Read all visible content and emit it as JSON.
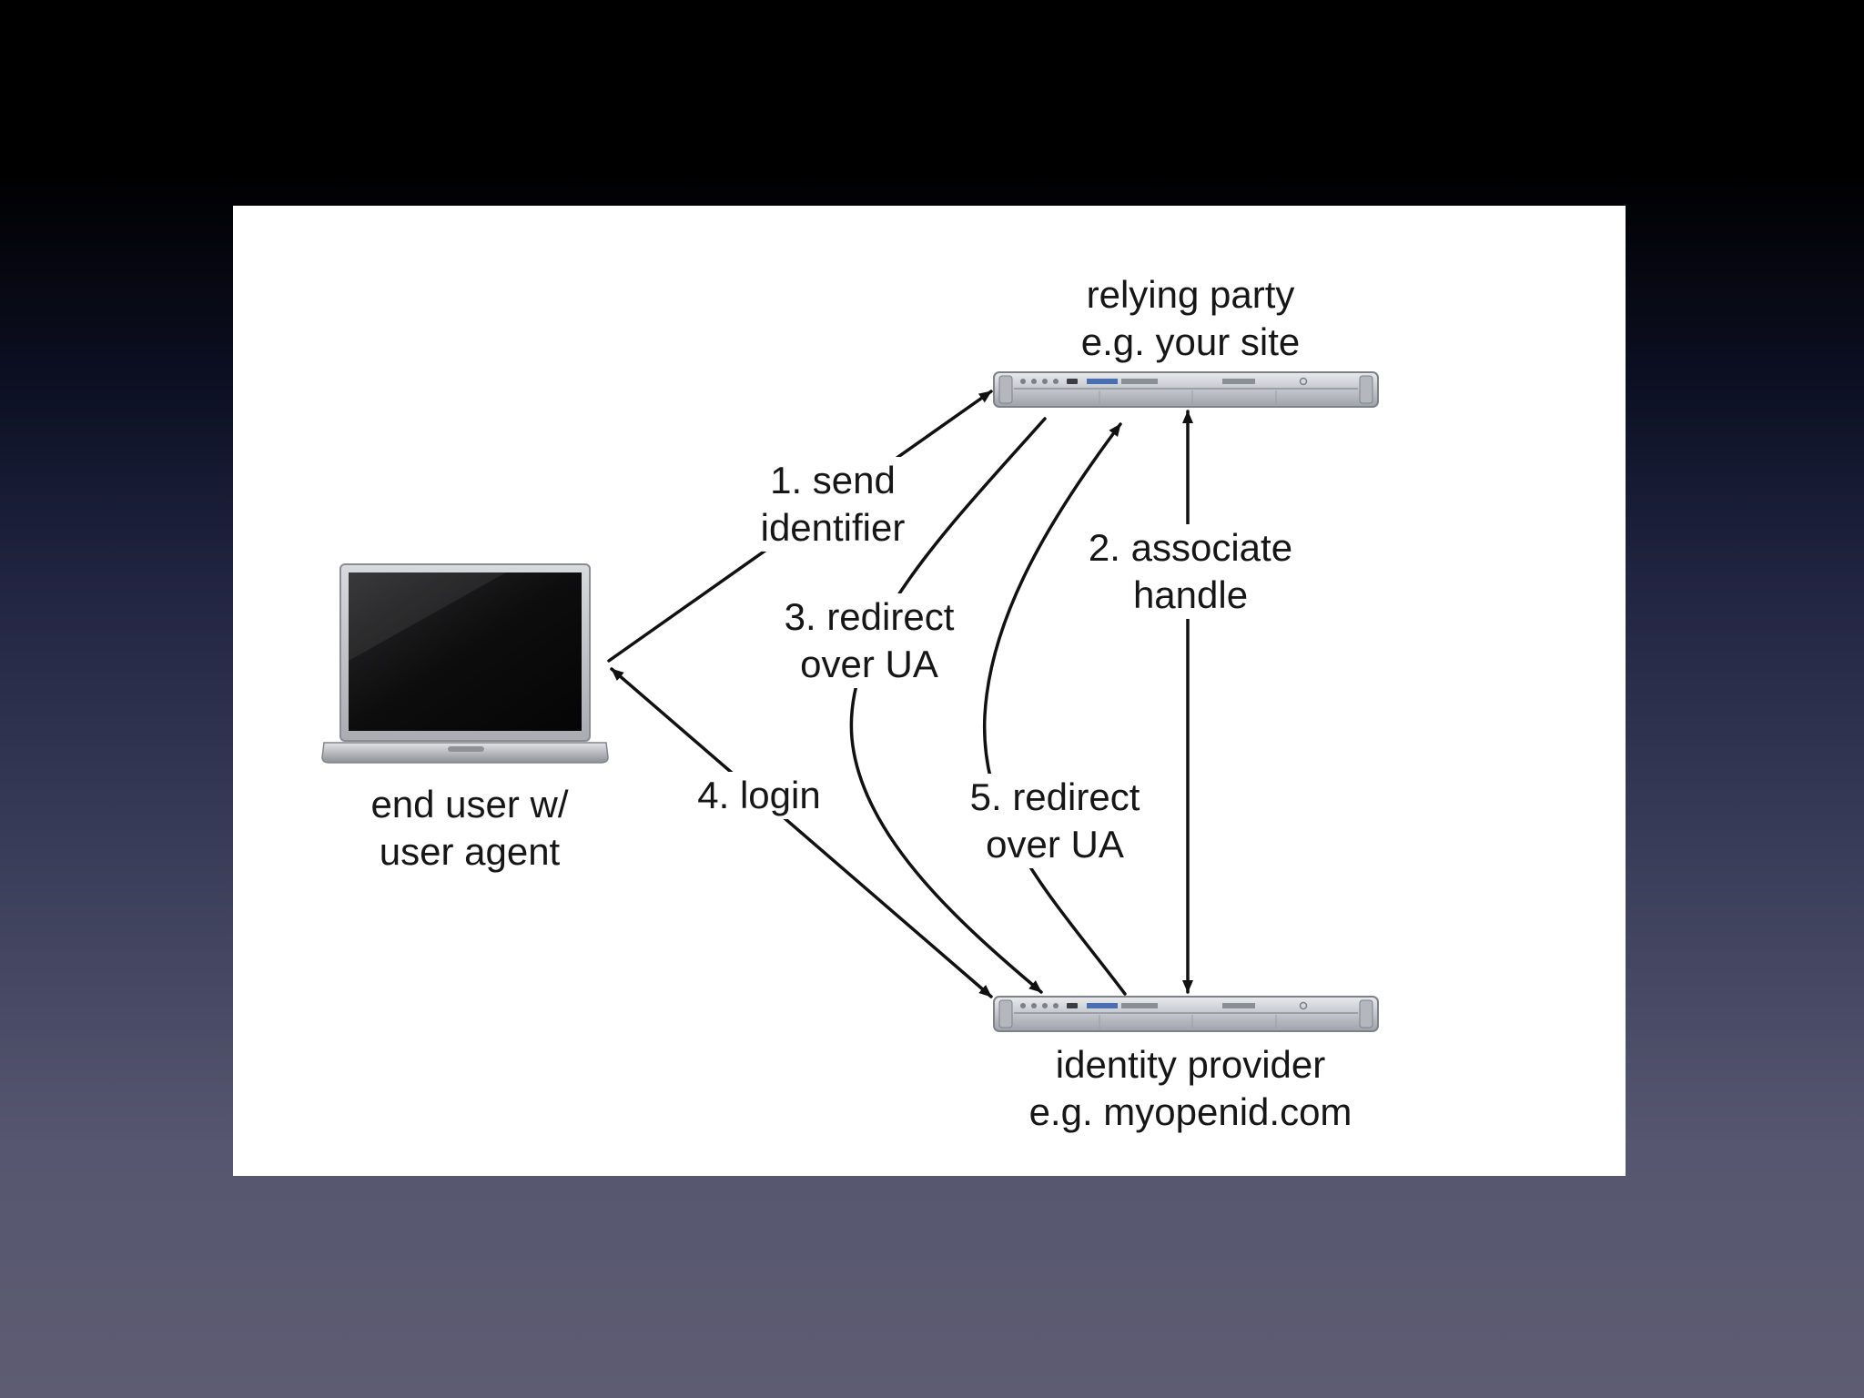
{
  "diagram": {
    "nodes": {
      "relying_party": {
        "title": "relying party",
        "subtitle": "e.g. your site"
      },
      "identity_provider": {
        "title": "identity provider",
        "subtitle": "e.g. myopenid.com"
      },
      "end_user": {
        "line1": "end user w/",
        "line2": "user agent"
      }
    },
    "steps": [
      {
        "line1": "1. send",
        "line2": "identifier"
      },
      {
        "line1": "2. associate",
        "line2": "handle"
      },
      {
        "line1": "3. redirect",
        "line2": "over UA"
      },
      {
        "line1": "4. login"
      },
      {
        "line1": "5. redirect",
        "line2": "over UA"
      }
    ]
  },
  "colors": {
    "panel": "#ffffff",
    "arrows": "#111111",
    "labels": "#161616",
    "server_chassis": "#c9ccd2",
    "laptop_screen": "#0e0e0f"
  }
}
